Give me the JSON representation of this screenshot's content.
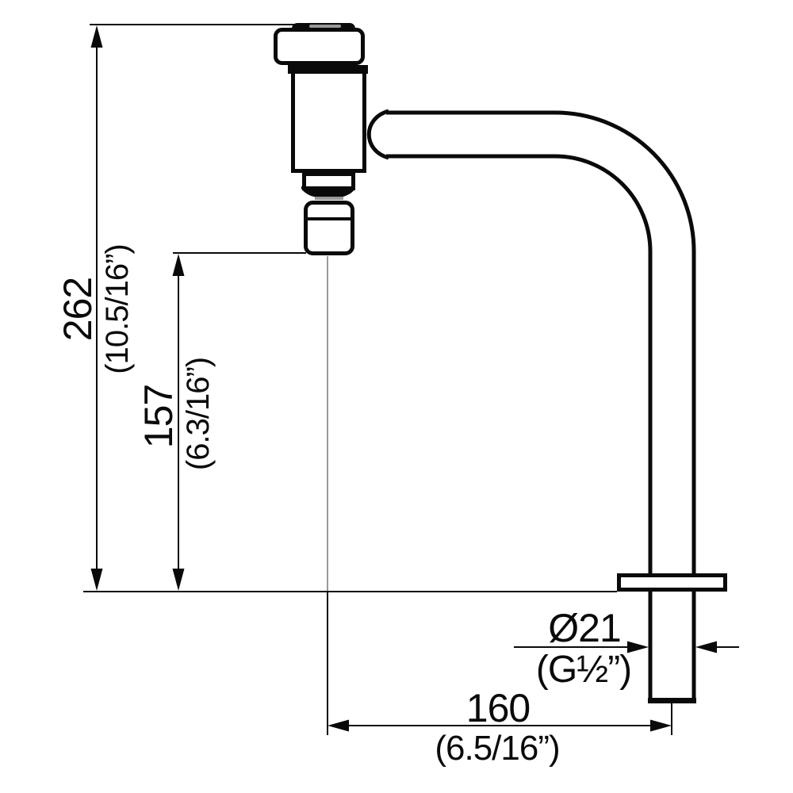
{
  "drawing": {
    "subject": "pillar-faucet-technical-drawing",
    "colors": {
      "line": "#000000",
      "background": "#ffffff",
      "stream_line": "#999999",
      "fill": "#ffffff"
    },
    "dimensions": {
      "total_height": {
        "mm": "262",
        "inch": "(10.5/16”)"
      },
      "outlet_height": {
        "mm": "157",
        "inch": "(6.3/16”)"
      },
      "inlet_diameter": {
        "value": "Ø21",
        "thread": "(G½”)"
      },
      "spout_reach": {
        "mm": "160",
        "inch": "(6.5/16”)"
      }
    }
  }
}
